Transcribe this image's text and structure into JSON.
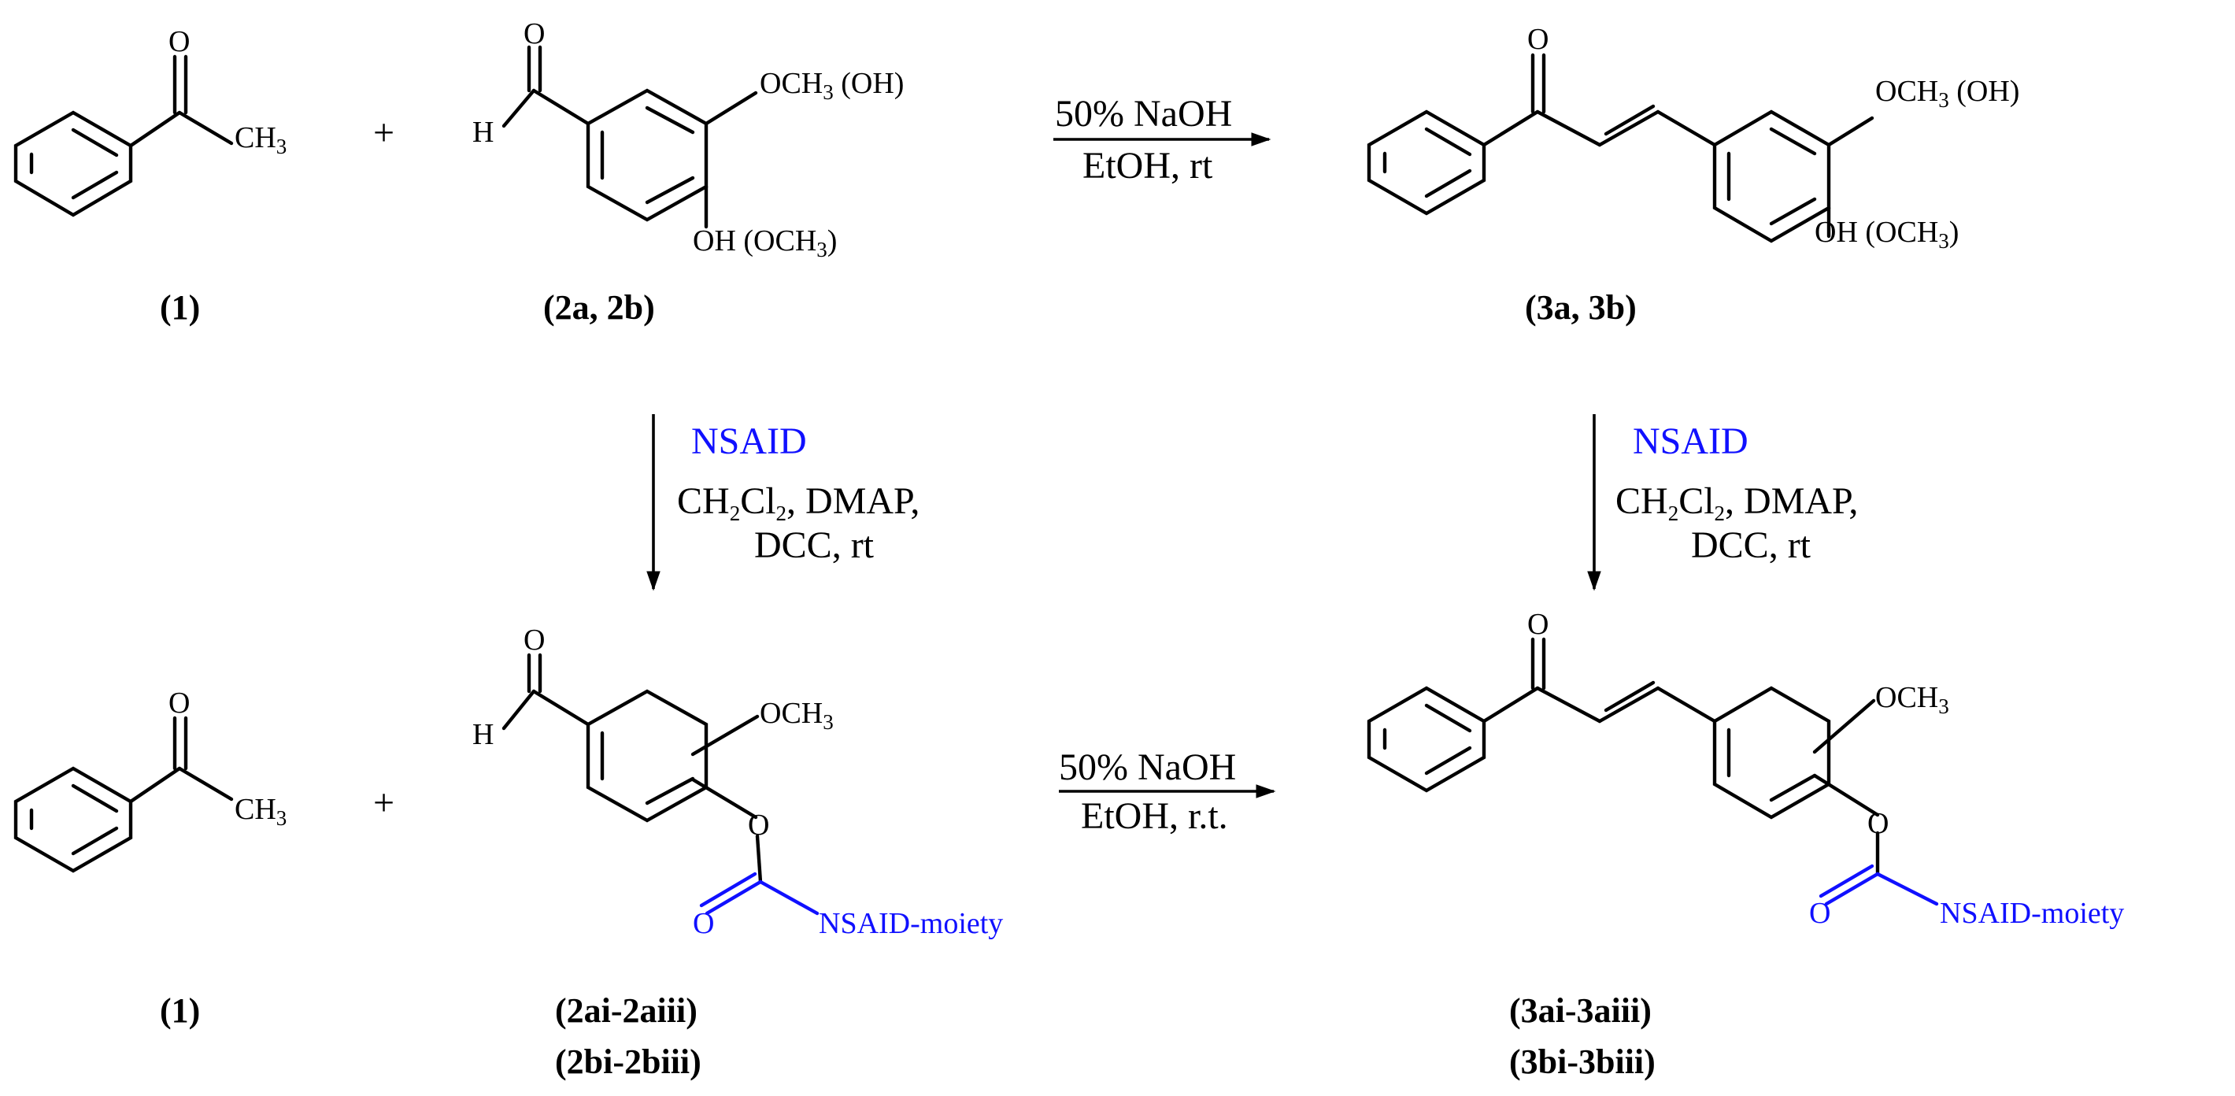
{
  "reagents": {
    "top_arrow": {
      "line1": "50% NaOH",
      "line2": "EtOH, rt"
    },
    "bottom_arrow": {
      "line1": "50% NaOH",
      "line2": "EtOH, r.t."
    },
    "left_down_arrow": {
      "nsaid": "NSAID",
      "solvent_pre": "CH",
      "solvent_sub1": "2",
      "solvent_mid": "Cl",
      "solvent_sub2": "2",
      "solvent_post": ", DMAP,",
      "line3": "DCC, rt"
    },
    "right_down_arrow": {
      "nsaid": "NSAID",
      "solvent_pre": "CH",
      "solvent_sub1": "2",
      "solvent_mid": "Cl",
      "solvent_sub2": "2",
      "solvent_post": ", DMAP,",
      "line3": "DCC, rt"
    }
  },
  "plus_sign": "+",
  "atoms": {
    "O": "O",
    "H": "H",
    "CH": "CH",
    "three": "3",
    "OCH3_oh_pre": "OCH",
    "OCH3_oh_post": " (OH)",
    "OH_och3_pre": "OH (OCH",
    "OH_och3_post": ")",
    "OCH": "OCH",
    "nsaid_moiety": "NSAID-moiety"
  },
  "labels": {
    "compound_1": "(1)",
    "compound_2": "(2a, 2b)",
    "compound_3": "(3a, 3b)",
    "compound_1b": "(1)",
    "compound_2i": "(2ai-2aiii)",
    "compound_2ii": "(2bi-2biii)",
    "compound_3i": "(3ai-3aiii)",
    "compound_3ii": "(3bi-3biii)"
  },
  "colors": {
    "nsaid": "#1010ff",
    "ink": "#000000"
  }
}
